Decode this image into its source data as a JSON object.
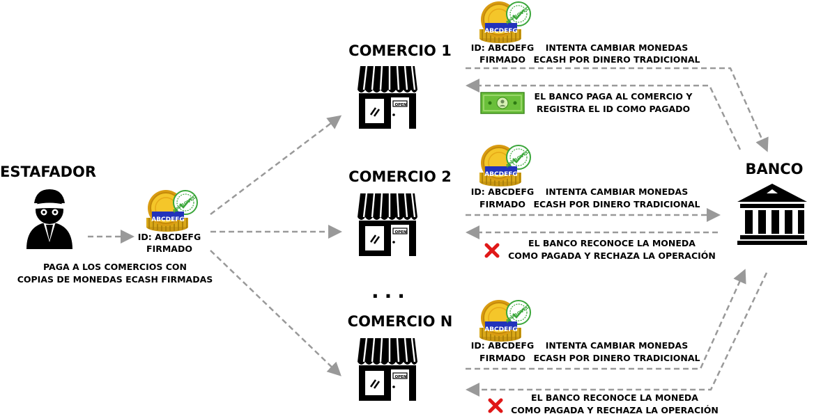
{
  "actors": {
    "scammer": {
      "label": "ESTAFADOR",
      "caption": [
        "PAGA A LOS COMERCIOS CON",
        "COPIAS DE MONEDAS ECASH FIRMADAS"
      ]
    },
    "bank": {
      "label": "BANCO"
    },
    "stores": [
      {
        "label": "COMERCIO 1"
      },
      {
        "label": "COMERCIO 2"
      },
      {
        "label": "COMERCIO N"
      }
    ],
    "ellipsis": "..."
  },
  "coin": {
    "code": "ABCDEFG",
    "stamp": "APPROVED",
    "id_line": "ID: ABCDEFG",
    "signed": "FIRMADO"
  },
  "shop_sign": "OPEN",
  "messages": {
    "exchange": [
      "INTENTA CAMBIAR MONEDAS",
      "ECASH POR DINERO TRADICIONAL"
    ],
    "paid": [
      "EL BANCO PAGA AL COMERCIO Y",
      "REGISTRA EL ID COMO PAGADO"
    ],
    "rejected": [
      "EL BANCO RECONOCE LA MONEDA",
      "COMO PAGADA Y RECHAZA LA OPERACIÓN"
    ]
  },
  "colors": {
    "arrow": "#999999",
    "coin_gold": "#f0c020",
    "coin_label": "#2233bb",
    "stamp_green": "#3aa63a",
    "cash_green": "#6abf3a",
    "reject_red": "#e01818"
  }
}
